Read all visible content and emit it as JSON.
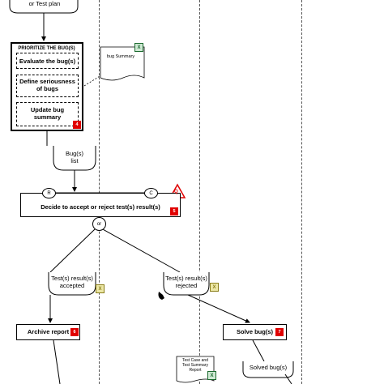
{
  "start_text": "or Test plan",
  "prioritize": {
    "title": "PRIORITIZE THE BUG(S)",
    "step1": "Evaluate the bug(s)",
    "step2_l1": "Define seriousness",
    "step2_l2": "of bugs",
    "step3_l1": "Update bug",
    "step3_l2": "summary",
    "badge": "4"
  },
  "bug_summary_doc": "bug Summary",
  "bugs_list_l1": "Bug(s)",
  "bugs_list_l2": "list",
  "decide": {
    "label": "Decide to accept or reject test(s) result(s)",
    "badge": "5",
    "r": "R",
    "c": "C",
    "q": "Q"
  },
  "or_gateway": "or",
  "accepted_l1": "Test(s) result(s)",
  "accepted_l2": "accepted",
  "rejected_l1": "Test(s) result(s)",
  "rejected_l2": "rejected",
  "archive": {
    "label": "Archive report",
    "badge": "6"
  },
  "solve": {
    "label": "Solve bug(s)",
    "badge": "7"
  },
  "summary_doc_l1": "Test Case and",
  "summary_doc_l2": "Test Summary",
  "summary_doc_l3": "Report",
  "solved_bugs": "Solved bug(s)",
  "excel_icon": "X"
}
